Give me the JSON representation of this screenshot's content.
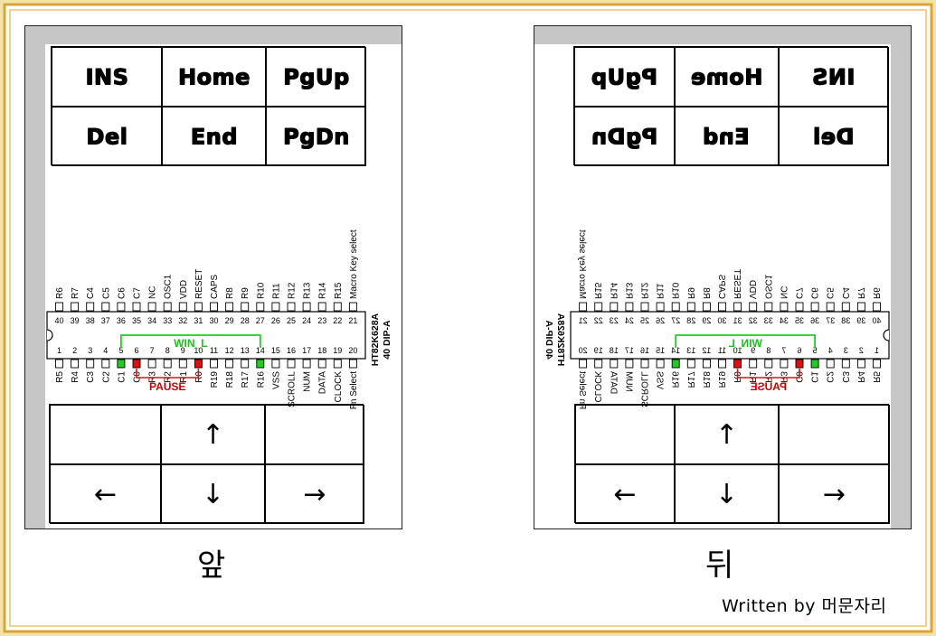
{
  "keys_top": [
    [
      "INS",
      "Home",
      "PgUp"
    ],
    [
      "Del",
      "End",
      "PgDn"
    ]
  ],
  "keys_bottom": [
    [
      "",
      "↑",
      ""
    ],
    [
      "←",
      "↓",
      "→"
    ]
  ],
  "chip": {
    "part_number": "HT82K628A",
    "package": "40 DIP-A",
    "top_pins": [
      {
        "num": "40",
        "name": "R6"
      },
      {
        "num": "39",
        "name": "R7"
      },
      {
        "num": "38",
        "name": "C4"
      },
      {
        "num": "37",
        "name": "C5"
      },
      {
        "num": "36",
        "name": "C6"
      },
      {
        "num": "35",
        "name": "C7"
      },
      {
        "num": "34",
        "name": "NC"
      },
      {
        "num": "33",
        "name": "OSC1"
      },
      {
        "num": "32",
        "name": "VDD"
      },
      {
        "num": "31",
        "name": "RESET"
      },
      {
        "num": "30",
        "name": "CAPS"
      },
      {
        "num": "29",
        "name": "R8"
      },
      {
        "num": "28",
        "name": "R9"
      },
      {
        "num": "27",
        "name": "R10"
      },
      {
        "num": "26",
        "name": "R11"
      },
      {
        "num": "25",
        "name": "R12"
      },
      {
        "num": "24",
        "name": "R13"
      },
      {
        "num": "23",
        "name": "R14"
      },
      {
        "num": "22",
        "name": "R15"
      },
      {
        "num": "21",
        "name": "Macro Key select"
      }
    ],
    "bottom_pins": [
      {
        "num": "1",
        "name": "R5"
      },
      {
        "num": "2",
        "name": "R4"
      },
      {
        "num": "3",
        "name": "C3"
      },
      {
        "num": "4",
        "name": "C2"
      },
      {
        "num": "5",
        "name": "C1"
      },
      {
        "num": "6",
        "name": "C0"
      },
      {
        "num": "7",
        "name": "R3"
      },
      {
        "num": "8",
        "name": "R2"
      },
      {
        "num": "9",
        "name": "R1"
      },
      {
        "num": "10",
        "name": "R0"
      },
      {
        "num": "11",
        "name": "R19"
      },
      {
        "num": "12",
        "name": "R18"
      },
      {
        "num": "13",
        "name": "R17"
      },
      {
        "num": "14",
        "name": "R16"
      },
      {
        "num": "15",
        "name": "VSS"
      },
      {
        "num": "16",
        "name": "SCROLL"
      },
      {
        "num": "17",
        "name": "NUM"
      },
      {
        "num": "18",
        "name": "DATA"
      },
      {
        "num": "19",
        "name": "CLOCK"
      },
      {
        "num": "20",
        "name": "Fn Select"
      }
    ],
    "green_pins": [
      "5",
      "14"
    ],
    "red_pins": [
      "6",
      "10"
    ],
    "win_label": "WIN_L",
    "pause_label": "PAUSE",
    "colors": {
      "green": "#22cc22",
      "red": "#dd1111",
      "pause_text": "#cc0000",
      "win_text": "#22bb22"
    }
  },
  "labels": {
    "front": "앞",
    "back": "뒤",
    "credit": "Written by 머문자리"
  },
  "colors": {
    "frame_border": "#d9a53a",
    "frame_inner": "#f4e3a8",
    "panel_band": "#c6c6c6"
  }
}
